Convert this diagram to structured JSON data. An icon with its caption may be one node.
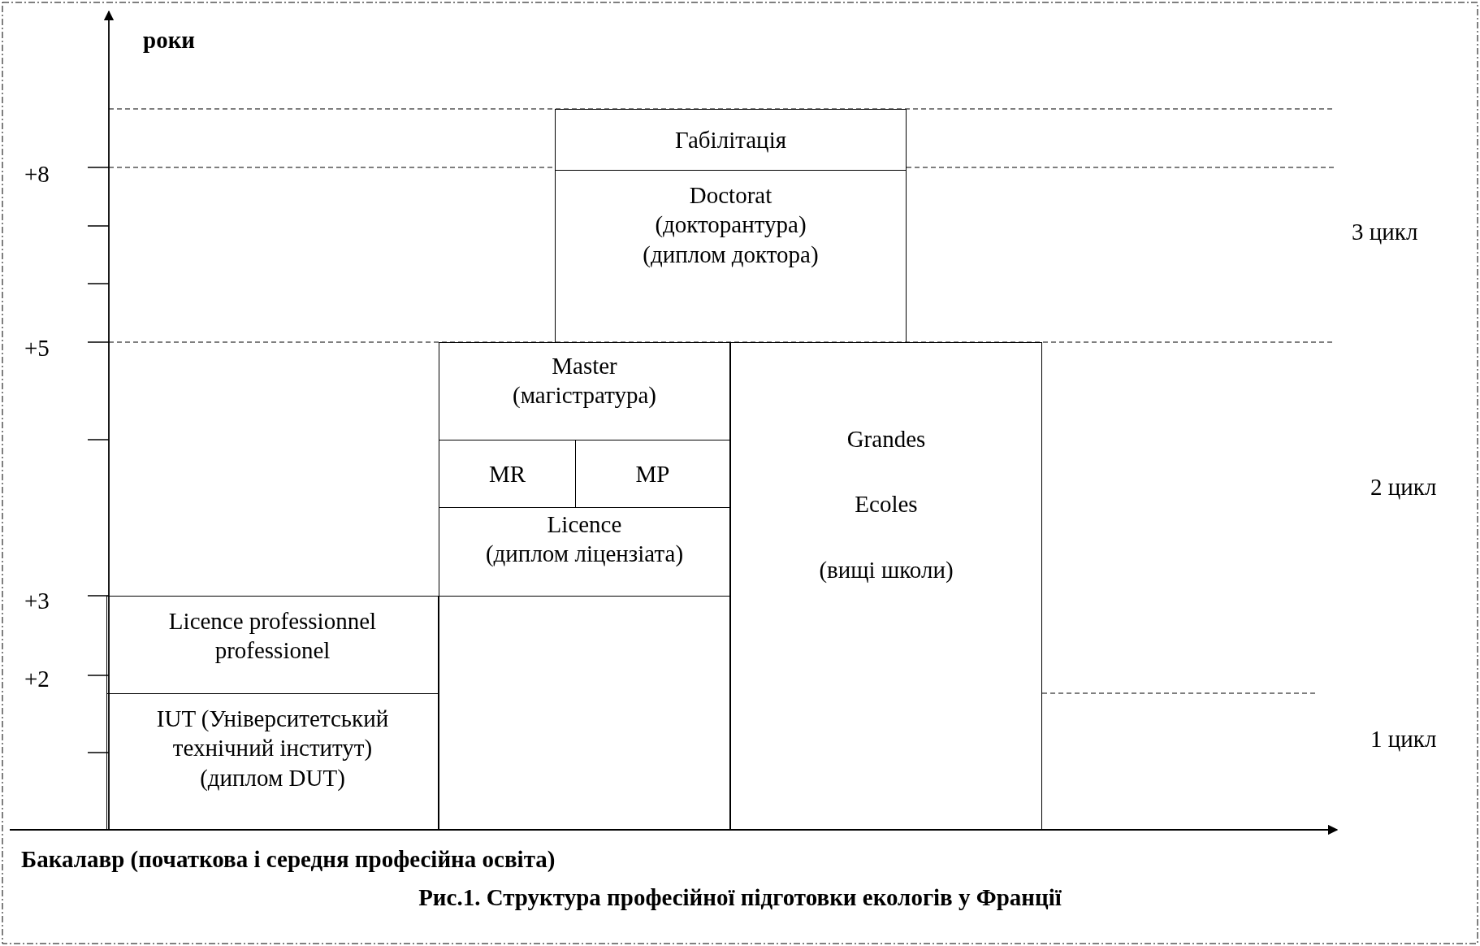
{
  "diagram": {
    "caption": "Рис.1. Структура професійної підготовки екологів у Франції",
    "nodes": [
      {
        "text": [
          "Габілітація"
        ]
      },
      {
        "text": [
          "Doctorat",
          "(докторантура)",
          "(диплом доктора)"
        ]
      },
      {
        "text": [
          "Master",
          "(магістратура)"
        ]
      },
      {
        "text": [
          "MR"
        ]
      },
      {
        "text": [
          "MP"
        ]
      },
      {
        "text": [
          "Licence",
          "(диплом ліцензіата)"
        ]
      },
      {
        "text": [],
        "shape": "box"
      },
      {
        "text": [
          "Grandes",
          "Ecoles",
          "(вищі школи)"
        ]
      },
      {
        "text": [
          "Licence professionnel professionel"
        ]
      },
      {
        "text": [
          "IUT (Університетський технічний інститут)",
          "(диплом DUT)"
        ]
      }
    ],
    "edges": [],
    "labels": [
      "роки",
      "+8",
      "+5",
      "+3",
      "+2",
      "3 цикл",
      "2 цикл",
      "1 цикл",
      "Бакалавр (початкова і середня професійна освіта)"
    ]
  }
}
